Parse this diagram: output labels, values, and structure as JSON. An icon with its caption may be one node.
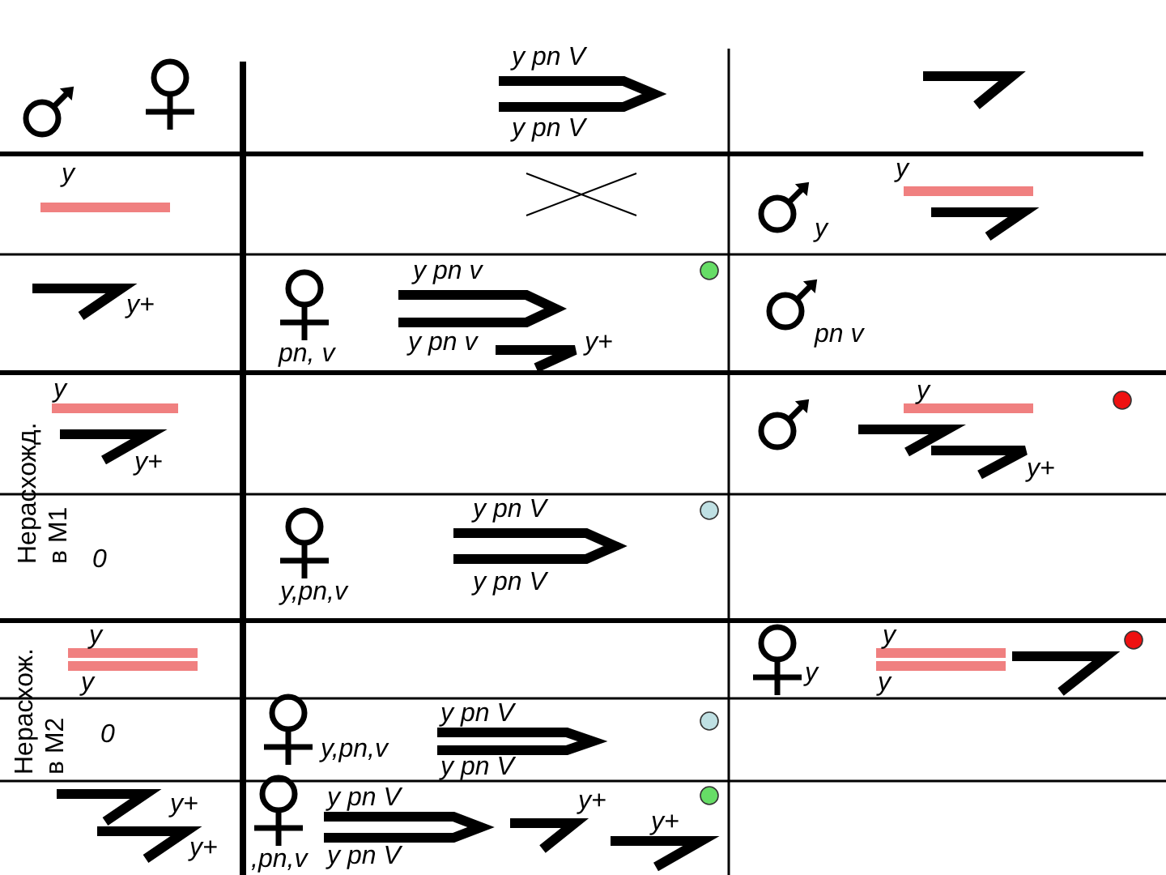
{
  "diagram": {
    "labels": [
      "y pn V",
      "y pn V",
      "y",
      "y",
      "y",
      "y+",
      "y pn v",
      "y pn v",
      "y+",
      "pn, v",
      "pn v",
      "y",
      "y",
      "y+",
      "y+",
      "Нерасхожд. в М1",
      "y pn V",
      "0",
      "y pn V",
      "y,pn,v",
      "Нерасхож. в М2",
      "y",
      "y",
      "y",
      "y",
      "y",
      "y pn V",
      "0",
      "y,pn,v",
      "y pn V",
      "y+",
      "y pn V",
      "y+",
      "y+",
      "y+",
      ",pn,v",
      "y pn V"
    ]
  }
}
